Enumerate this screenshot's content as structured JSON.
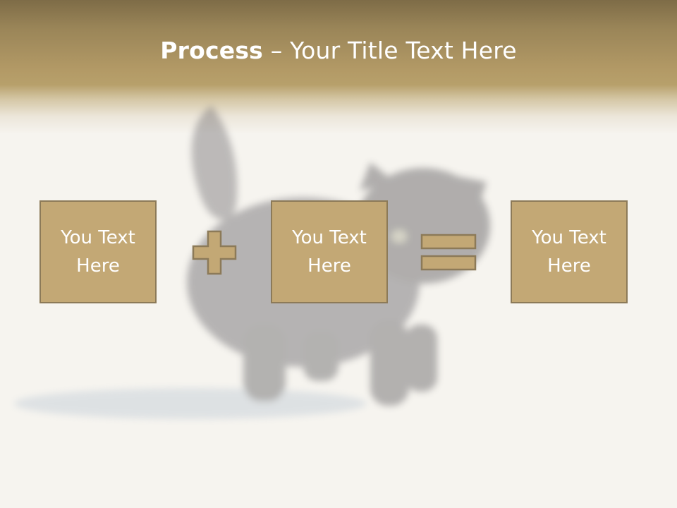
{
  "slide": {
    "title_bold": "Process",
    "title_rest": " – Your Title Text Here"
  },
  "boxes": [
    {
      "label": "You Text Here"
    },
    {
      "label": "You Text Here"
    },
    {
      "label": "You Text Here"
    }
  ],
  "operators": [
    "plus",
    "equals"
  ],
  "colors": {
    "header_band": "#b39a66",
    "box_fill": "#c3a875",
    "box_border": "#8c7a58",
    "operator_fill": "#c3a875",
    "background": "#f6f4ef",
    "title_text": "#ffffff"
  }
}
